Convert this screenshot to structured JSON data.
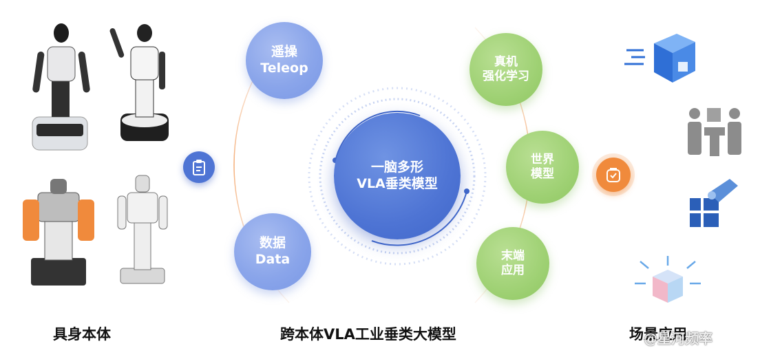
{
  "center": {
    "line1": "一脑多形",
    "line2": "VLA垂类模型"
  },
  "left_nodes": [
    {
      "line1": "遥操",
      "line2": "Teleop"
    },
    {
      "line1": "数据",
      "line2": "Data"
    }
  ],
  "right_nodes": [
    {
      "line1": "真机",
      "line2": "强化学习"
    },
    {
      "line1": "世界",
      "line2": "模型"
    },
    {
      "line1": "末端",
      "line2": "应用"
    }
  ],
  "captions": {
    "left": "具身本体",
    "center": "跨本体VLA工业垂类大模型",
    "right": "场景应用"
  },
  "watermark": "@星河频率",
  "colors": {
    "blue_node": "#8aa5ea",
    "green_node": "#9fd174",
    "center": "#4e74d4",
    "orange": "#f08a3c"
  }
}
